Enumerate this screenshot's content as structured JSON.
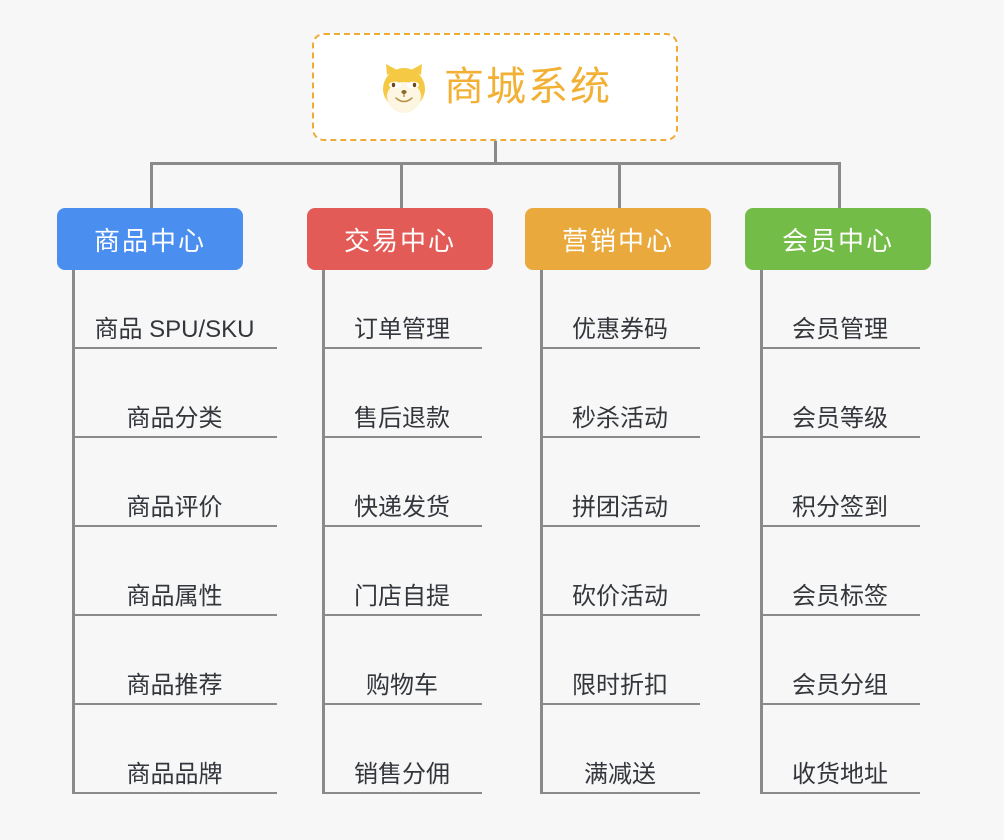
{
  "root": {
    "title": "商城系统",
    "icon": "shiba-dog-face-icon",
    "border_color": "#efab36",
    "text_color": "#f2b035",
    "background": "#ffffff"
  },
  "canvas": {
    "background": "#f7f7f7",
    "line_color": "#8a8a8a"
  },
  "branches": [
    {
      "label": "商品中心",
      "color": "#4a8ef0",
      "items": [
        "商品 SPU/SKU",
        "商品分类",
        "商品评价",
        "商品属性",
        "商品推荐",
        "商品品牌"
      ]
    },
    {
      "label": "交易中心",
      "color": "#e35b57",
      "items": [
        "订单管理",
        "售后退款",
        "快递发货",
        "门店自提",
        "购物车",
        "销售分佣"
      ]
    },
    {
      "label": "营销中心",
      "color": "#eaa93c",
      "items": [
        "优惠券码",
        "秒杀活动",
        "拼团活动",
        "砍价活动",
        "限时折扣",
        "满减送"
      ]
    },
    {
      "label": "会员中心",
      "color": "#74bc48",
      "items": [
        "会员管理",
        "会员等级",
        "积分签到",
        "会员标签",
        "会员分组",
        "收货地址"
      ]
    }
  ]
}
